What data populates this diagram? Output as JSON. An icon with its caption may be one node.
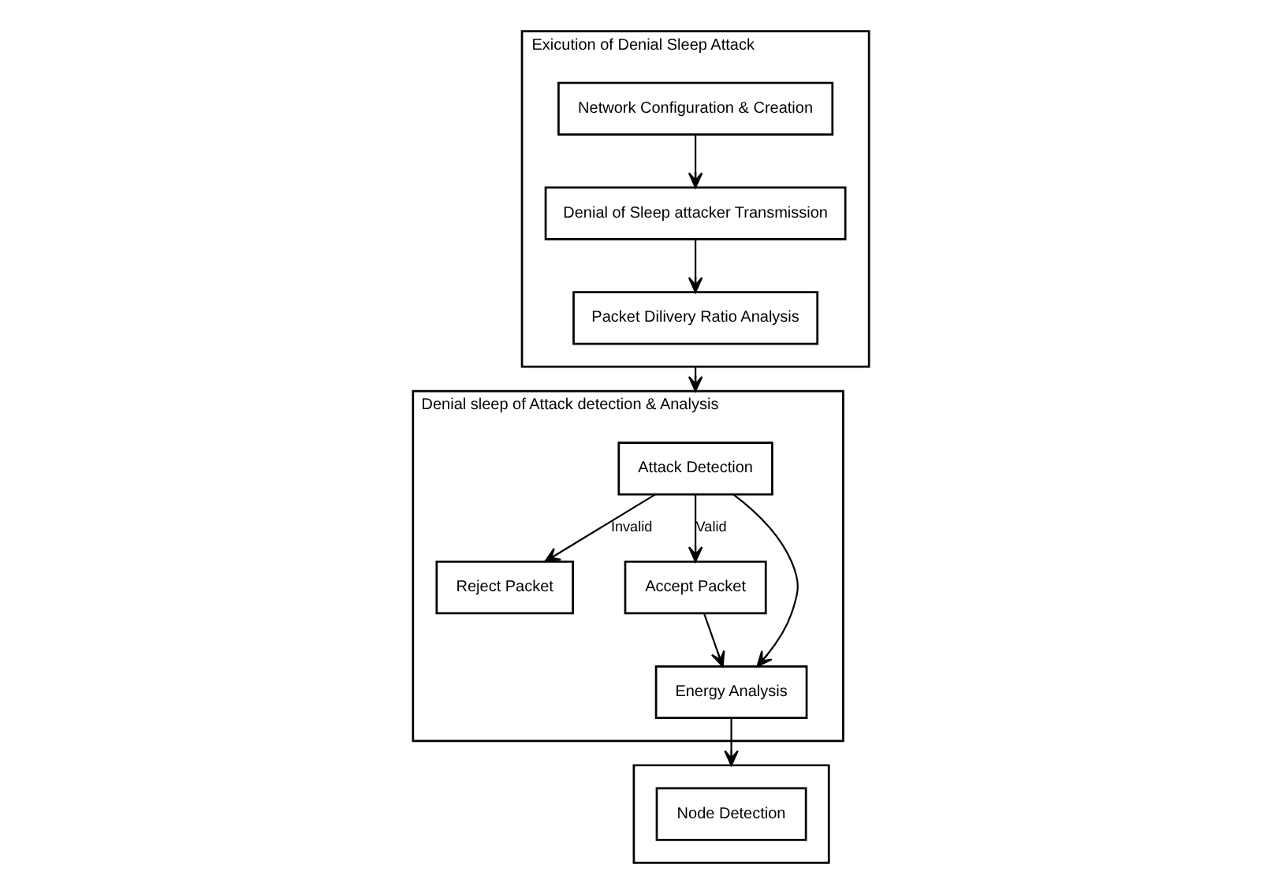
{
  "diagram": {
    "nodes": [
      {
        "text": [
          "Exicution of Denial Sleep Attack"
        ]
      },
      {
        "text": [
          "Network Configuration & Creation"
        ],
        "in": 0
      },
      {
        "text": [
          "Denial of Sleep attacker Transmission"
        ],
        "in": 0
      },
      {
        "text": [
          "Packet Dilivery Ratio Analysis"
        ],
        "in": 0
      },
      {
        "text": [
          "Denial sleep of Attack detection & Analysis"
        ]
      },
      {
        "text": [
          "Attack Detection"
        ],
        "in": 4
      },
      {
        "text": [
          "Reject Packet"
        ],
        "in": 4
      },
      {
        "text": [
          "Accept Packet"
        ],
        "in": 4
      },
      {
        "text": [
          "Energy Analysis"
        ],
        "in": 4
      },
      {
        "text": [],
        "shape": "box"
      },
      {
        "text": [
          "Node Detection"
        ],
        "in": 9
      }
    ],
    "edges": [
      {
        "from": 1,
        "to": 2,
        "arrow": "to"
      },
      {
        "from": 2,
        "to": 3,
        "arrow": "to"
      },
      {
        "from": 0,
        "to": 4,
        "arrow": "to"
      },
      {
        "from": 5,
        "to": 6,
        "arrow": "to",
        "label": "Invalid"
      },
      {
        "from": 5,
        "to": 8,
        "arrow": "to"
      },
      {
        "from": 5,
        "to": 7,
        "arrow": "to",
        "label": "Valid"
      },
      {
        "from": 7,
        "to": 8,
        "arrow": "to"
      },
      {
        "from": 8,
        "to": 9,
        "arrow": "to"
      }
    ]
  }
}
